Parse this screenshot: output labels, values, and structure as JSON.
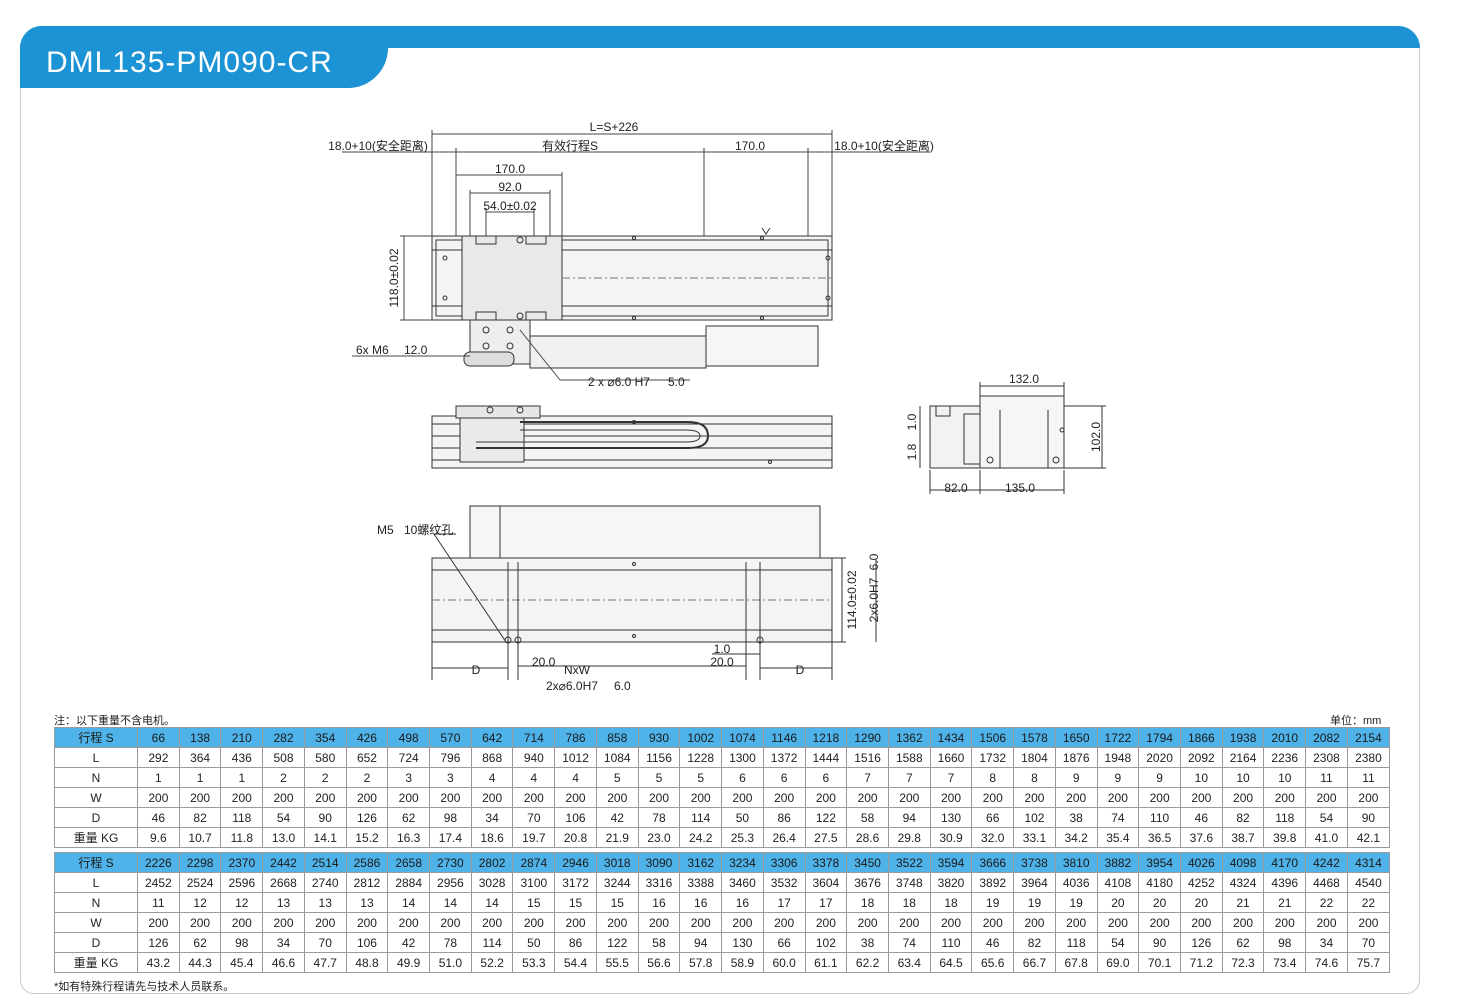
{
  "title": "DML135-PM090-CR",
  "note": "注：以下重量不含电机。",
  "unit": "单位：mm",
  "footnote": "*如有特殊行程请先与技术人员联系。",
  "drawing": {
    "labels": {
      "overall_length": "L=S+226",
      "left_safety": "18.0+10(安全距离)",
      "right_safety": "18.0+10(安全距离)",
      "effective_stroke": "有效行程S",
      "dim_170_right": "170.0",
      "dim_170_top": "170.0",
      "dim_92": "92.0",
      "dim_54": "54.0±0.02",
      "dim_118": "118.0±0.02",
      "m6_holes": "6x M6",
      "m6_depth": "12.0",
      "pin_holes_top": "2 x ⌀6.0 H7",
      "pin_holes_top_depth": "5.0",
      "m5_holes": "M5",
      "m5_depth": "10螺纹孔",
      "dim_114": "114.0±0.02",
      "pin_side": "2x6.0H7",
      "pin_side_depth": "6.0",
      "dim_d_left": "D",
      "dim_d_right": "D",
      "dim_20_left": "20.0",
      "dim_nxw": "NxW",
      "pin_holes_bottom": "2x⌀6.0H7",
      "pin_holes_bottom_depth": "6.0",
      "dim_1": "1.0",
      "dim_20_right": "20.0",
      "dim_132": "132.0",
      "dim_1_0": "1.0",
      "dim_1_8": "1.8",
      "dim_102": "102.0",
      "dim_82": "82.0",
      "dim_135": "135.0"
    }
  },
  "tables": [
    {
      "rows": [
        {
          "label": "行程 S",
          "values": [
            "66",
            "138",
            "210",
            "282",
            "354",
            "426",
            "498",
            "570",
            "642",
            "714",
            "786",
            "858",
            "930",
            "1002",
            "1074",
            "1146",
            "1218",
            "1290",
            "1362",
            "1434",
            "1506",
            "1578",
            "1650",
            "1722",
            "1794",
            "1866",
            "1938",
            "2010",
            "2082",
            "2154"
          ]
        },
        {
          "label": "L",
          "values": [
            "292",
            "364",
            "436",
            "508",
            "580",
            "652",
            "724",
            "796",
            "868",
            "940",
            "1012",
            "1084",
            "1156",
            "1228",
            "1300",
            "1372",
            "1444",
            "1516",
            "1588",
            "1660",
            "1732",
            "1804",
            "1876",
            "1948",
            "2020",
            "2092",
            "2164",
            "2236",
            "2308",
            "2380"
          ]
        },
        {
          "label": "N",
          "values": [
            "1",
            "1",
            "1",
            "2",
            "2",
            "2",
            "3",
            "3",
            "4",
            "4",
            "4",
            "5",
            "5",
            "5",
            "6",
            "6",
            "6",
            "7",
            "7",
            "7",
            "8",
            "8",
            "9",
            "9",
            "9",
            "10",
            "10",
            "10",
            "11",
            "11"
          ]
        },
        {
          "label": "W",
          "values": [
            "200",
            "200",
            "200",
            "200",
            "200",
            "200",
            "200",
            "200",
            "200",
            "200",
            "200",
            "200",
            "200",
            "200",
            "200",
            "200",
            "200",
            "200",
            "200",
            "200",
            "200",
            "200",
            "200",
            "200",
            "200",
            "200",
            "200",
            "200",
            "200",
            "200"
          ]
        },
        {
          "label": "D",
          "values": [
            "46",
            "82",
            "118",
            "54",
            "90",
            "126",
            "62",
            "98",
            "34",
            "70",
            "106",
            "42",
            "78",
            "114",
            "50",
            "86",
            "122",
            "58",
            "94",
            "130",
            "66",
            "102",
            "38",
            "74",
            "110",
            "46",
            "82",
            "118",
            "54",
            "90"
          ]
        },
        {
          "label": "重量 KG",
          "values": [
            "9.6",
            "10.7",
            "11.8",
            "13.0",
            "14.1",
            "15.2",
            "16.3",
            "17.4",
            "18.6",
            "19.7",
            "20.8",
            "21.9",
            "23.0",
            "24.2",
            "25.3",
            "26.4",
            "27.5",
            "28.6",
            "29.8",
            "30.9",
            "32.0",
            "33.1",
            "34.2",
            "35.4",
            "36.5",
            "37.6",
            "38.7",
            "39.8",
            "41.0",
            "42.1"
          ]
        }
      ]
    },
    {
      "rows": [
        {
          "label": "行程 S",
          "values": [
            "2226",
            "2298",
            "2370",
            "2442",
            "2514",
            "2586",
            "2658",
            "2730",
            "2802",
            "2874",
            "2946",
            "3018",
            "3090",
            "3162",
            "3234",
            "3306",
            "3378",
            "3450",
            "3522",
            "3594",
            "3666",
            "3738",
            "3810",
            "3882",
            "3954",
            "4026",
            "4098",
            "4170",
            "4242",
            "4314"
          ]
        },
        {
          "label": "L",
          "values": [
            "2452",
            "2524",
            "2596",
            "2668",
            "2740",
            "2812",
            "2884",
            "2956",
            "3028",
            "3100",
            "3172",
            "3244",
            "3316",
            "3388",
            "3460",
            "3532",
            "3604",
            "3676",
            "3748",
            "3820",
            "3892",
            "3964",
            "4036",
            "4108",
            "4180",
            "4252",
            "4324",
            "4396",
            "4468",
            "4540"
          ]
        },
        {
          "label": "N",
          "values": [
            "11",
            "12",
            "12",
            "13",
            "13",
            "13",
            "14",
            "14",
            "14",
            "15",
            "15",
            "15",
            "16",
            "16",
            "16",
            "17",
            "17",
            "18",
            "18",
            "18",
            "19",
            "19",
            "19",
            "20",
            "20",
            "20",
            "21",
            "21",
            "22",
            "22"
          ]
        },
        {
          "label": "W",
          "values": [
            "200",
            "200",
            "200",
            "200",
            "200",
            "200",
            "200",
            "200",
            "200",
            "200",
            "200",
            "200",
            "200",
            "200",
            "200",
            "200",
            "200",
            "200",
            "200",
            "200",
            "200",
            "200",
            "200",
            "200",
            "200",
            "200",
            "200",
            "200",
            "200",
            "200"
          ]
        },
        {
          "label": "D",
          "values": [
            "126",
            "62",
            "98",
            "34",
            "70",
            "106",
            "42",
            "78",
            "114",
            "50",
            "86",
            "122",
            "58",
            "94",
            "130",
            "66",
            "102",
            "38",
            "74",
            "110",
            "46",
            "82",
            "118",
            "54",
            "90",
            "126",
            "62",
            "98",
            "34",
            "70"
          ]
        },
        {
          "label": "重量 KG",
          "values": [
            "43.2",
            "44.3",
            "45.4",
            "46.6",
            "47.7",
            "48.8",
            "49.9",
            "51.0",
            "52.2",
            "53.3",
            "54.4",
            "55.5",
            "56.6",
            "57.8",
            "58.9",
            "60.0",
            "61.1",
            "62.2",
            "63.4",
            "64.5",
            "65.6",
            "66.7",
            "67.8",
            "69.0",
            "70.1",
            "71.2",
            "72.3",
            "73.4",
            "74.6",
            "75.7"
          ]
        }
      ]
    }
  ]
}
